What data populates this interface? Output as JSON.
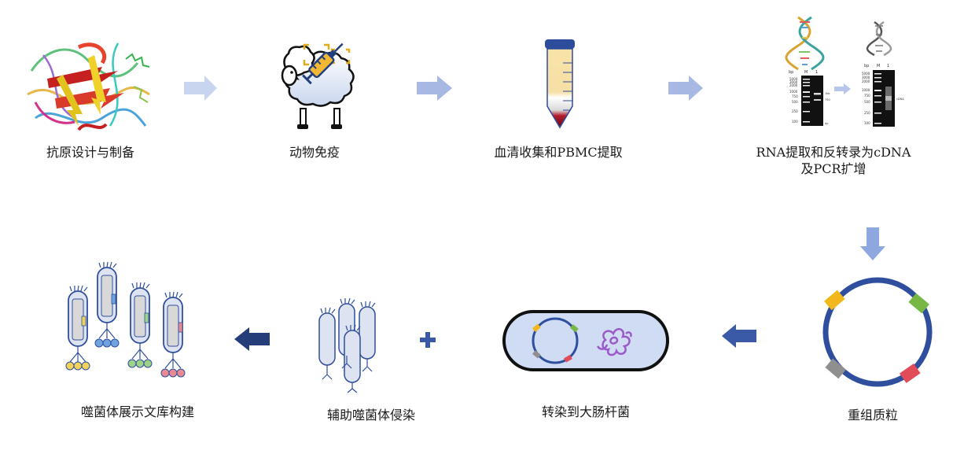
{
  "steps": [
    {
      "label": "抗原设计与制备"
    },
    {
      "label": "动物免疫"
    },
    {
      "label": "血清收集和PBMC提取"
    },
    {
      "label_line1": "RNA提取和反转录为cDNA",
      "label_line2": "及PCR扩增"
    },
    {
      "label": "重组质粒"
    },
    {
      "label": "转染到大肠杆菌"
    },
    {
      "label": "辅助噬菌体侵染"
    },
    {
      "label": "噬菌体展示文库构建"
    }
  ],
  "gel": {
    "left_header": [
      "bp",
      "M",
      "1"
    ],
    "left_ladder": [
      "5000",
      "3000",
      "2000",
      "1000",
      "750",
      "500",
      "250",
      "100"
    ],
    "left_bands": [
      "1kb",
      "750",
      "bp"
    ],
    "right_header": [
      "bp",
      "M",
      "1"
    ],
    "right_ladder": [
      "5000",
      "3000",
      "2000",
      "1000",
      "750",
      "500",
      "250",
      "100"
    ],
    "right_band": "cDNA"
  },
  "colors": {
    "arrow_light": "#c9d5ef",
    "arrow_mid": "#a7b9e3",
    "arrow_dark": "#3a5aa8",
    "arrow_darkest": "#253d78",
    "plasmid": "#2f4f9e",
    "plus": "#3a5aa8"
  }
}
